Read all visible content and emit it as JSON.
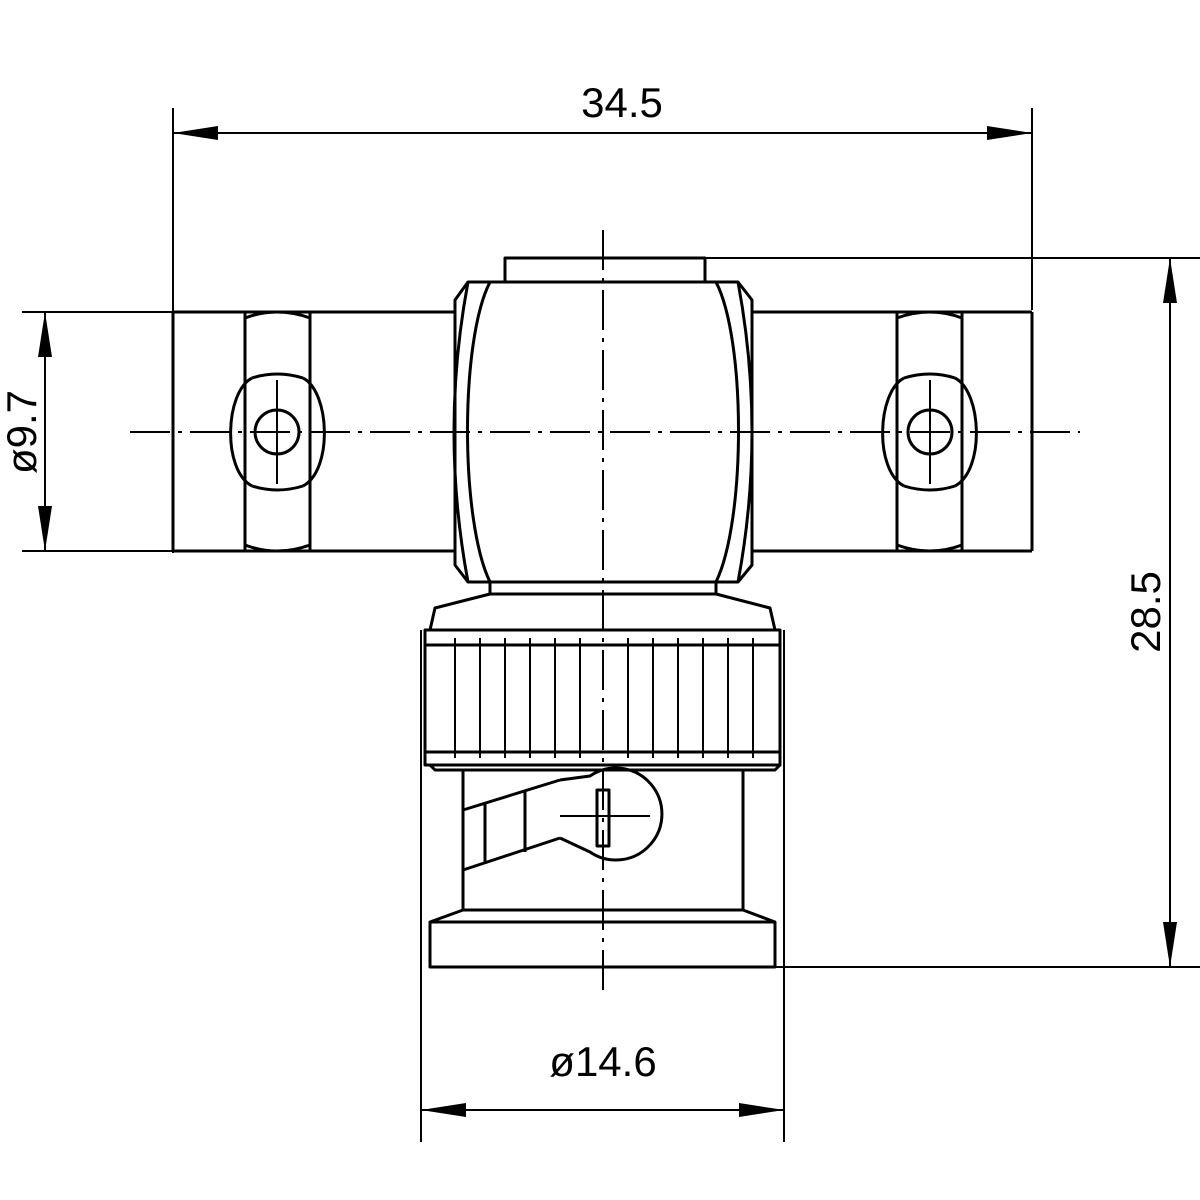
{
  "dimensions": {
    "overall_width": "34.5",
    "body_diameter": "ø9.7",
    "overall_height": "28.5",
    "plug_diameter": "ø14.6"
  }
}
